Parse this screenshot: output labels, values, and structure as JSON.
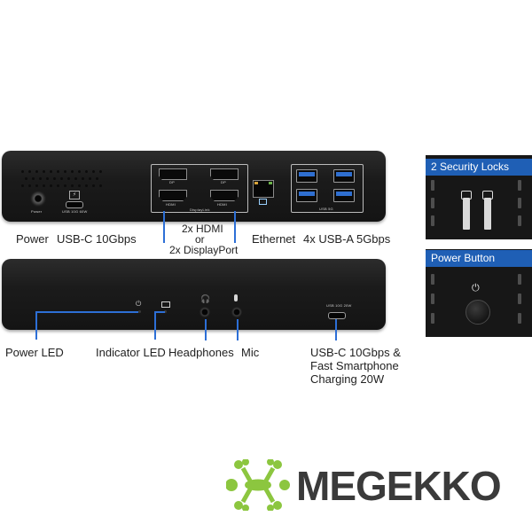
{
  "labels": {
    "power": "Power",
    "usbc_10gbps": "USB-C 10Gbps",
    "video_line1": "2x HDMI",
    "video_line2": "or",
    "video_line3": "2x DisplayPort",
    "ethernet": "Ethernet",
    "usba": "4x USB-A 5Gbps",
    "power_led": "Power LED",
    "indicator_led": "Indicator LED",
    "headphones": "Headphones",
    "mic": "Mic",
    "usbc_front_line1": "USB-C 10Gbps &",
    "usbc_front_line2": "Fast Smartphone",
    "usbc_front_line3": "Charging 20W"
  },
  "port_print": {
    "power": "Power",
    "usbc_back": "USB 10G 60W",
    "dp_left": "DP",
    "dp_right": "DP",
    "hdmi_left": "HDMI",
    "hdmi_right": "HDMI",
    "displaylink": "DisplayLink",
    "usb5g": "USB 5G",
    "usbc_front": "USB 10G 20W"
  },
  "panels": {
    "security_locks": "2 Security Locks",
    "power_button": "Power Button"
  },
  "brand": {
    "name": "MEGEKKO",
    "logo_color": "#8cc63f",
    "text_color": "#3a3a3a"
  },
  "colors": {
    "callout": "#2d6fd6",
    "panel_header": "#1f5fb5",
    "dock_body": "#1b1b1b"
  }
}
